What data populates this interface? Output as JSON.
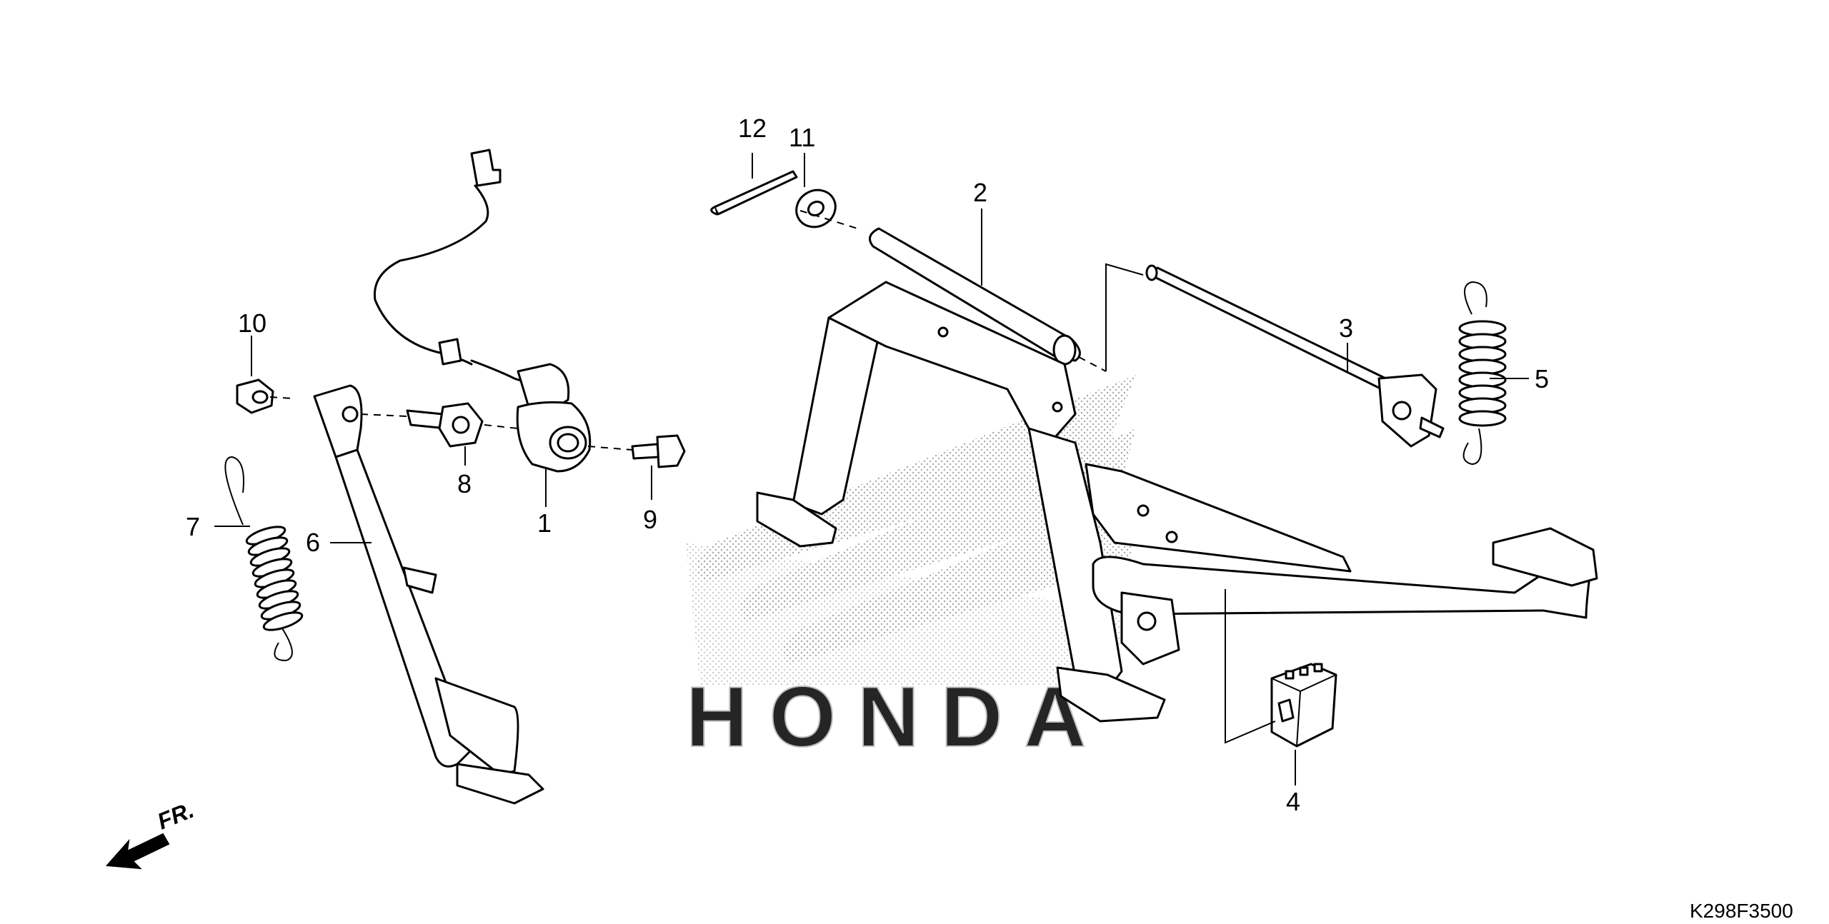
{
  "callouts": [
    {
      "id": "1",
      "label": "1"
    },
    {
      "id": "2",
      "label": "2"
    },
    {
      "id": "3",
      "label": "3"
    },
    {
      "id": "4",
      "label": "4"
    },
    {
      "id": "5",
      "label": "5"
    },
    {
      "id": "6",
      "label": "6"
    },
    {
      "id": "7",
      "label": "7"
    },
    {
      "id": "8",
      "label": "8"
    },
    {
      "id": "9",
      "label": "9"
    },
    {
      "id": "10",
      "label": "10"
    },
    {
      "id": "11",
      "label": "11"
    },
    {
      "id": "12",
      "label": "12"
    }
  ],
  "front_arrow": {
    "label": "FR."
  },
  "watermark": {
    "text": "HONDA"
  },
  "diagram_code": "K298F3500"
}
